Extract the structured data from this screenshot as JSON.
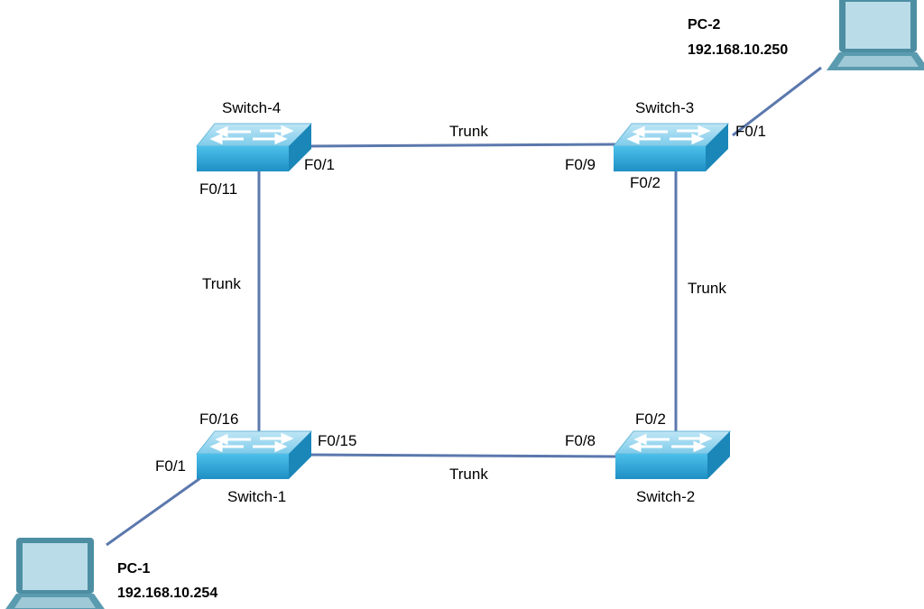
{
  "devices": {
    "switch4": {
      "name": "Switch-4"
    },
    "switch3": {
      "name": "Switch-3"
    },
    "switch1": {
      "name": "Switch-1"
    },
    "switch2": {
      "name": "Switch-2"
    },
    "pc1": {
      "name": "PC-1",
      "ip": "192.168.10.254"
    },
    "pc2": {
      "name": "PC-2",
      "ip": "192.168.10.250"
    }
  },
  "links": [
    {
      "label": "Trunk",
      "a_port": "F0/1",
      "b_port": "F0/9"
    },
    {
      "label": "Trunk",
      "a_port": "F0/11",
      "b_port": "F0/16"
    },
    {
      "label": "Trunk",
      "a_port": "F0/2",
      "b_port": "F0/2"
    },
    {
      "label": "Trunk",
      "a_port": "F0/15",
      "b_port": "F0/8"
    },
    {
      "label": "",
      "a_port": "F0/1",
      "b_port": ""
    },
    {
      "label": "",
      "a_port": "F0/1",
      "b_port": ""
    }
  ],
  "colors": {
    "link": "#5b78ad",
    "switch_top": "#9fd8ef",
    "switch_front": "#2fa6d8"
  }
}
